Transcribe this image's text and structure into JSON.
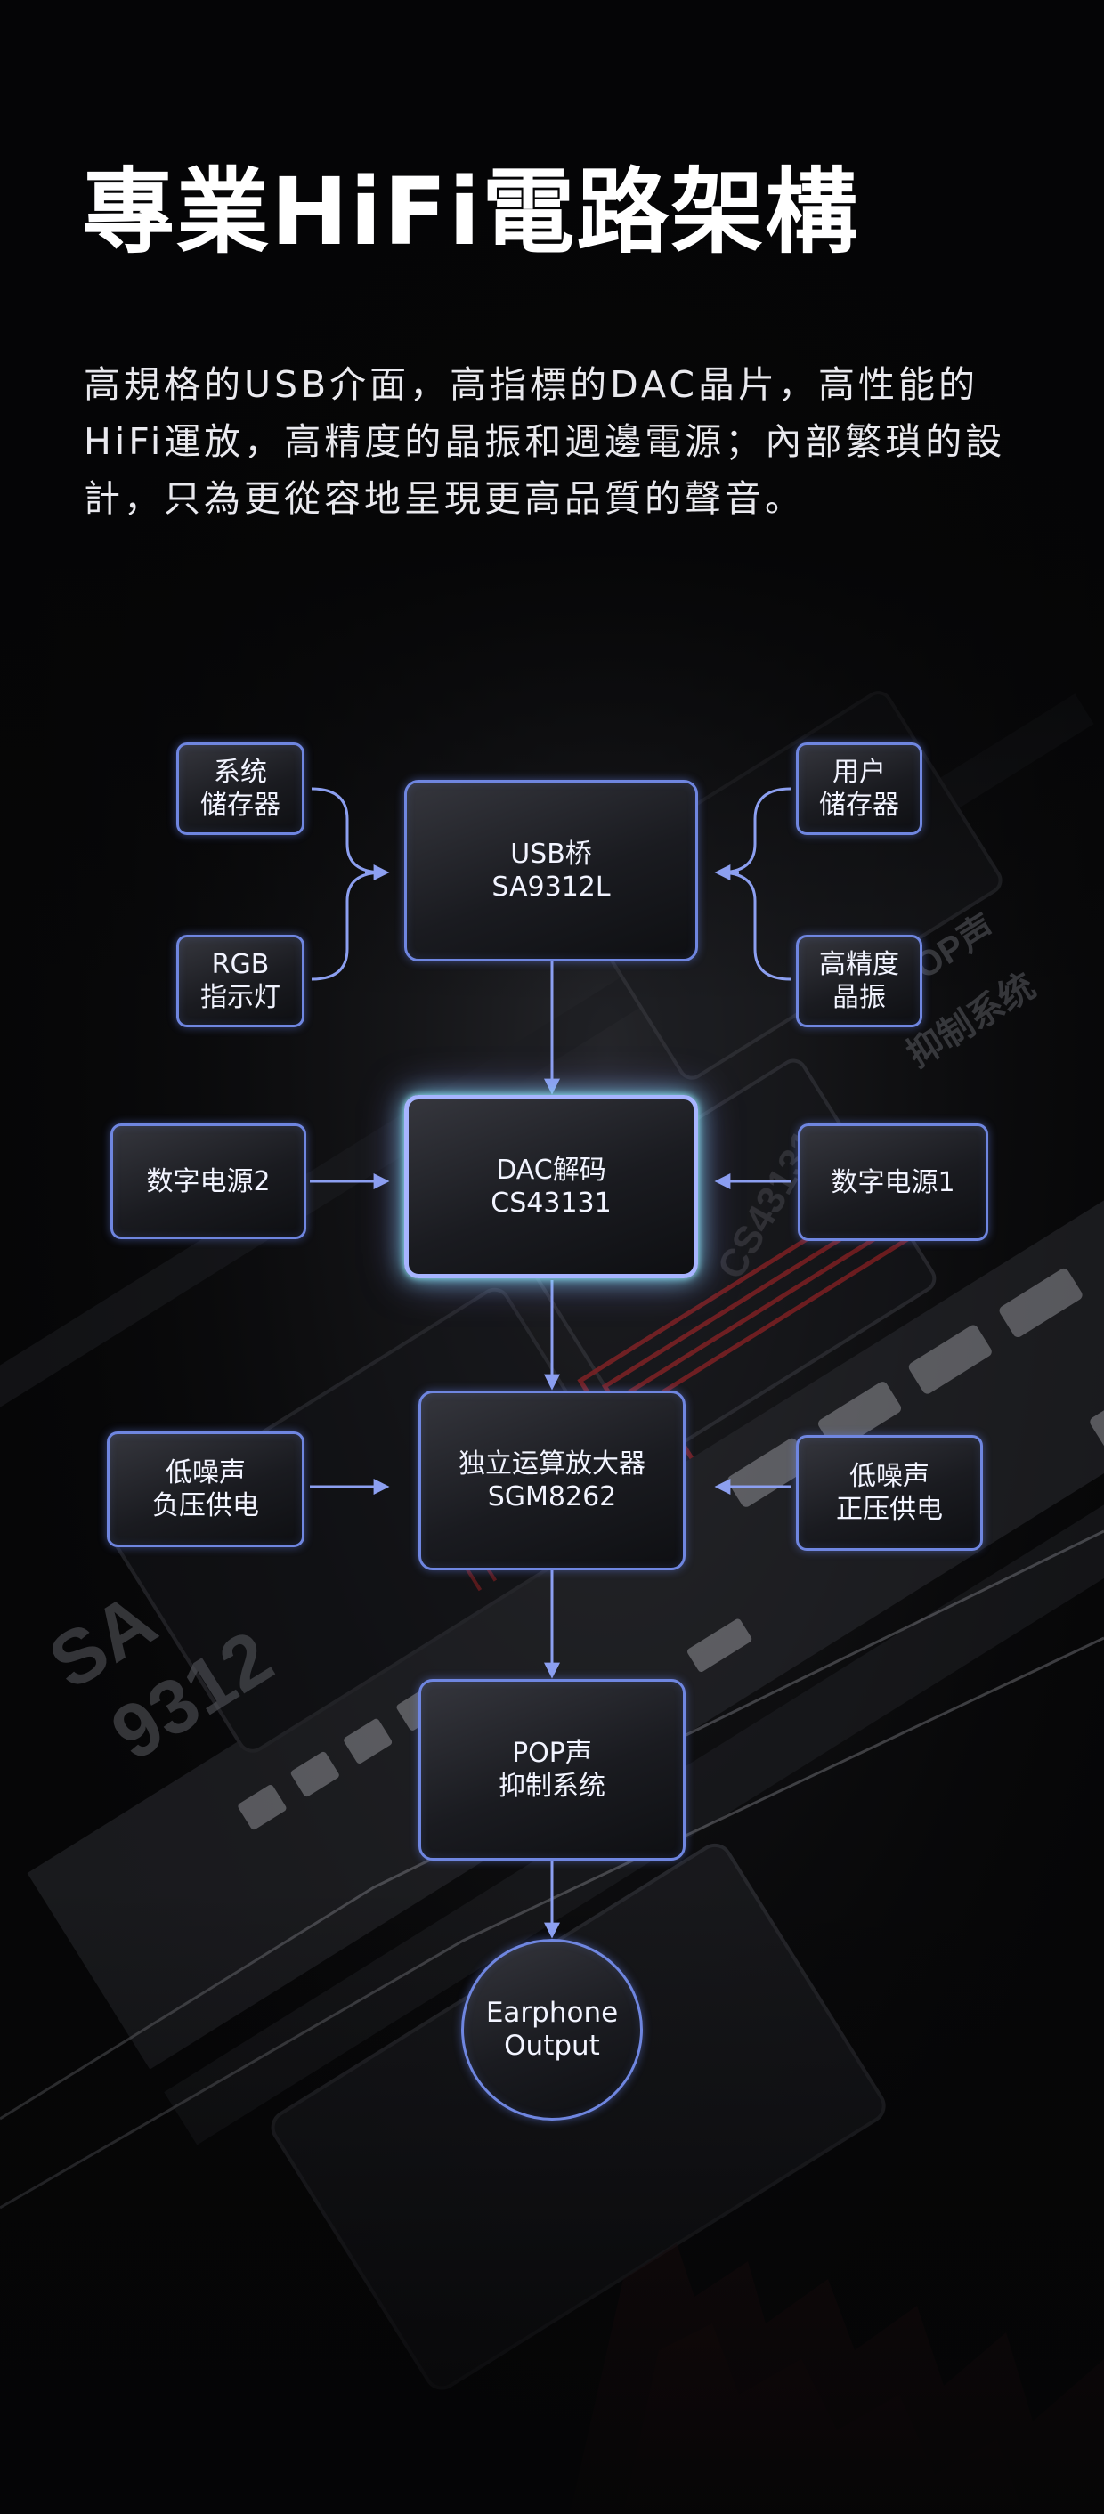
{
  "title": "專業HiFi電路架構",
  "description_lines": [
    "高規格的USB介面，高指標的DAC晶片，高性能的",
    "HiFi運放，高精度的晶振和週邊電源；內部繁瑣的設",
    "計，只為更從容地呈現更高品質的聲音。"
  ],
  "nodes": {
    "usb_bridge": {
      "line1": "USB桥",
      "line2": "SA9312L"
    },
    "dac": {
      "line1": "DAC解码",
      "line2": "CS43131"
    },
    "opamp": {
      "line1": "独立运算放大器",
      "line2": "SGM8262"
    },
    "pop": {
      "line1": "POP声",
      "line2": "抑制系统"
    },
    "earphone": {
      "line1": "Earphone",
      "line2": "Output"
    },
    "sys_storage": {
      "line1": "系统",
      "line2": "储存器"
    },
    "rgb": {
      "line1": "RGB",
      "line2": "指示灯"
    },
    "user_storage": {
      "line1": "用户",
      "line2": "储存器"
    },
    "crystal": {
      "line1": "高精度",
      "line2": "晶振"
    },
    "digital_power_2": {
      "line1": "数字电源2"
    },
    "digital_power_1": {
      "line1": "数字电源1"
    },
    "neg_supply": {
      "line1": "低噪声",
      "line2": "负压供电"
    },
    "pos_supply": {
      "line1": "低噪声",
      "line2": "正压供电"
    }
  },
  "background_chip_text": {
    "chip_left_line1": "SA",
    "chip_left_line2": "9312",
    "chip_right_line1": "POP声",
    "chip_right_line2": "抑制系统",
    "chip_center": "CS43131"
  },
  "colors": {
    "border": "#6f86e0",
    "connector": "#8c9ff0",
    "dac_glow": "#8fe7f5",
    "accent_red": "#c8282b"
  }
}
